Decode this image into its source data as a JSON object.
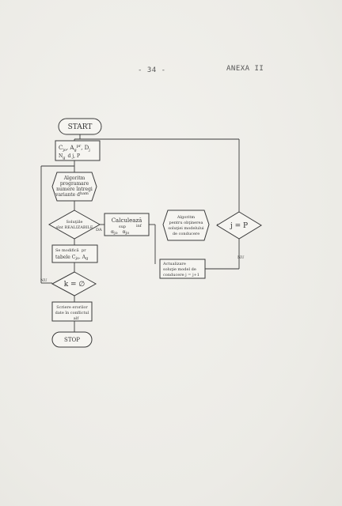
{
  "header": {
    "page_number": "- 34 -",
    "annex": "ANEXA II"
  },
  "flowchart": {
    "start": "START",
    "data_line1": "C",
    "data_line1_sub": "jo",
    "data_line1_b": ", A",
    "data_line1_sub2": "g",
    "data_line1_sup2": "pr",
    "data_line1_c": ", D",
    "data_line1_sub3": "j",
    "data_line2": "N",
    "data_line2_sub": "g",
    "data_line2_rest": "d",
    "data_line2_tail": "j, P",
    "algo_lines": [
      "Algoritm",
      "programare",
      "numere întregi",
      "variante d"
    ],
    "algo_sub": "ham",
    "decision_lines": [
      "Soluţiile",
      "sînt REALIZABILE"
    ],
    "calc_lines": [
      "Calculează",
      "α",
      "jo",
      "α",
      "jo"
    ],
    "calc_sup": "sup",
    "calc_inf": "inf",
    "label_da": "DA",
    "modify_lines": [
      "Se modifică",
      "tabele C",
      "jo",
      ". A",
      "g"
    ],
    "modify_sup": "pr",
    "algo2_lines": [
      "Algoritm",
      "pentru obţinerea",
      "soluţiei modelului",
      "de conducere"
    ],
    "check_j": "j = P",
    "update_lines": [
      "Actualizare",
      "soluţie model de",
      "conducere j = j+1"
    ],
    "label_nu_right": "NU",
    "label_nu_left": "NU",
    "k_check": "k = ∅",
    "print_lines": [
      "Scriere erorilor",
      "date în conflictul",
      "alf"
    ],
    "stop": "STOP"
  }
}
